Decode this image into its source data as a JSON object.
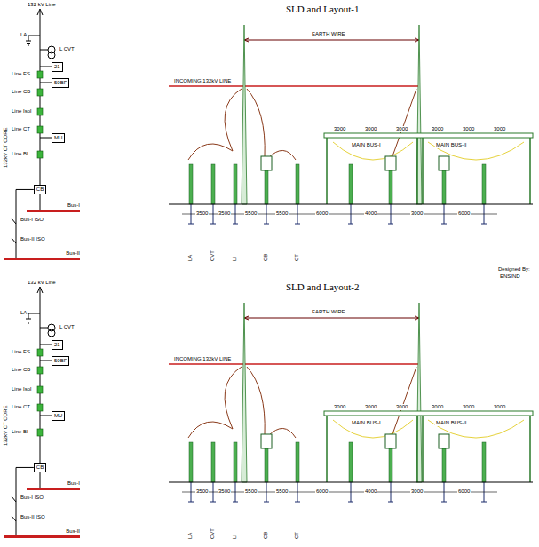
{
  "diagram": {
    "nodes": [
      {
        "text": [
          "21"
        ]
      },
      {
        "text": [
          "50BF"
        ]
      },
      {
        "text": [
          "MU"
        ]
      },
      {
        "text": [
          "CB"
        ]
      },
      {
        "text": [
          "Bus-I"
        ]
      },
      {
        "text": [
          "Bus-II"
        ]
      },
      {
        "text": [
          "21"
        ]
      },
      {
        "text": [
          "50BF"
        ]
      },
      {
        "text": [
          "MU"
        ]
      },
      {
        "text": [
          "CB"
        ]
      },
      {
        "text": [
          "Bus-I"
        ]
      },
      {
        "text": [
          "Bus-II"
        ]
      }
    ],
    "edges": [
      {
        "from": 3,
        "to": 4,
        "arrow": "none"
      },
      {
        "from": 3,
        "to": 5,
        "arrow": "none"
      },
      {
        "from": 9,
        "to": 10,
        "arrow": "none"
      },
      {
        "from": 9,
        "to": 11,
        "arrow": "none"
      }
    ],
    "labels": [
      "SLD and Layout-1",
      "132 kV Line",
      "LA",
      "L CVT",
      "Line ES",
      "Line CB",
      "Line Isol",
      "Line CT",
      "Line BI",
      "132kV CT CORE",
      "Bus-I ISO",
      "Bus-II ISO",
      "EARTH WIRE",
      "INCOMING 132kV LINE",
      "MAIN BUS-I",
      "MAIN BUS-II",
      "3000",
      "3000",
      "3000",
      "3000",
      "3000",
      "3000",
      "3500",
      "3500",
      "5500",
      "5500",
      "6000",
      "4000",
      "3000",
      "6000",
      "LA",
      "CVT",
      "LI",
      "CB",
      "CT",
      "SLD and Layout-2",
      "132 kV Line",
      "LA",
      "L CVT",
      "Line ES",
      "Line CB",
      "Line Isol",
      "Line CT",
      "Line BI",
      "132kV CT CORE",
      "Bus-I ISO",
      "Bus-II ISO",
      "EARTH WIRE",
      "INCOMING 132kV LINE",
      "MAIN BUS-I",
      "MAIN BUS-II",
      "3000",
      "3000",
      "3000",
      "3000",
      "3000",
      "3000",
      "3500",
      "3500",
      "5500",
      "5500",
      "6000",
      "4000",
      "3000",
      "6000",
      "LA",
      "CVT",
      "LI",
      "CB",
      "CT",
      "Designed By:",
      "ENSIND"
    ]
  }
}
